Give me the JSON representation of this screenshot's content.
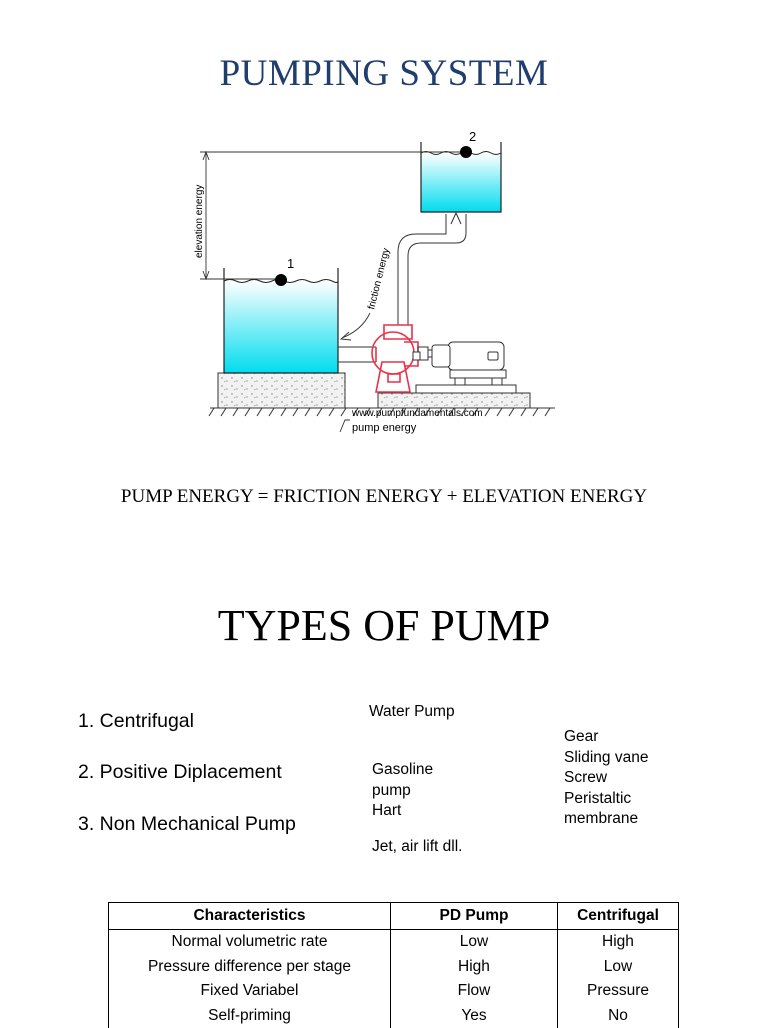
{
  "title": "PUMPING SYSTEM",
  "diagram": {
    "point1": "1",
    "point2": "2",
    "elevation_label": "elevation energy",
    "friction_label": "friction energy",
    "website": "www.pumpfundamentals.com",
    "pump_label": "pump energy",
    "colors": {
      "water_top": "#ffffff",
      "water_bottom": "#00dcee",
      "pump": "#e8324a"
    }
  },
  "equation": "PUMP ENERGY = FRICTION ENERGY + ELEVATION ENERGY",
  "types_title": "TYPES OF PUMP",
  "types": [
    "1. Centrifugal",
    "2. Positive Diplacement",
    "3. Non Mechanical Pump"
  ],
  "notes": {
    "water_pump": "Water Pump",
    "gasoline": [
      "Gasoline",
      "pump",
      "Hart"
    ],
    "jet": "Jet, air lift dll.",
    "pd_types": [
      "Gear",
      "Sliding vane",
      "Screw",
      "Peristaltic",
      "membrane"
    ]
  },
  "table": {
    "headers": [
      "Characteristics",
      "PD Pump",
      "Centrifugal"
    ],
    "rows": [
      [
        "Normal volumetric rate",
        "Low",
        "High"
      ],
      [
        "Pressure difference per stage",
        "High",
        "Low"
      ],
      [
        "Fixed Variabel",
        "Flow",
        "Pressure"
      ],
      [
        "Self-priming",
        "Yes",
        "No"
      ]
    ]
  }
}
